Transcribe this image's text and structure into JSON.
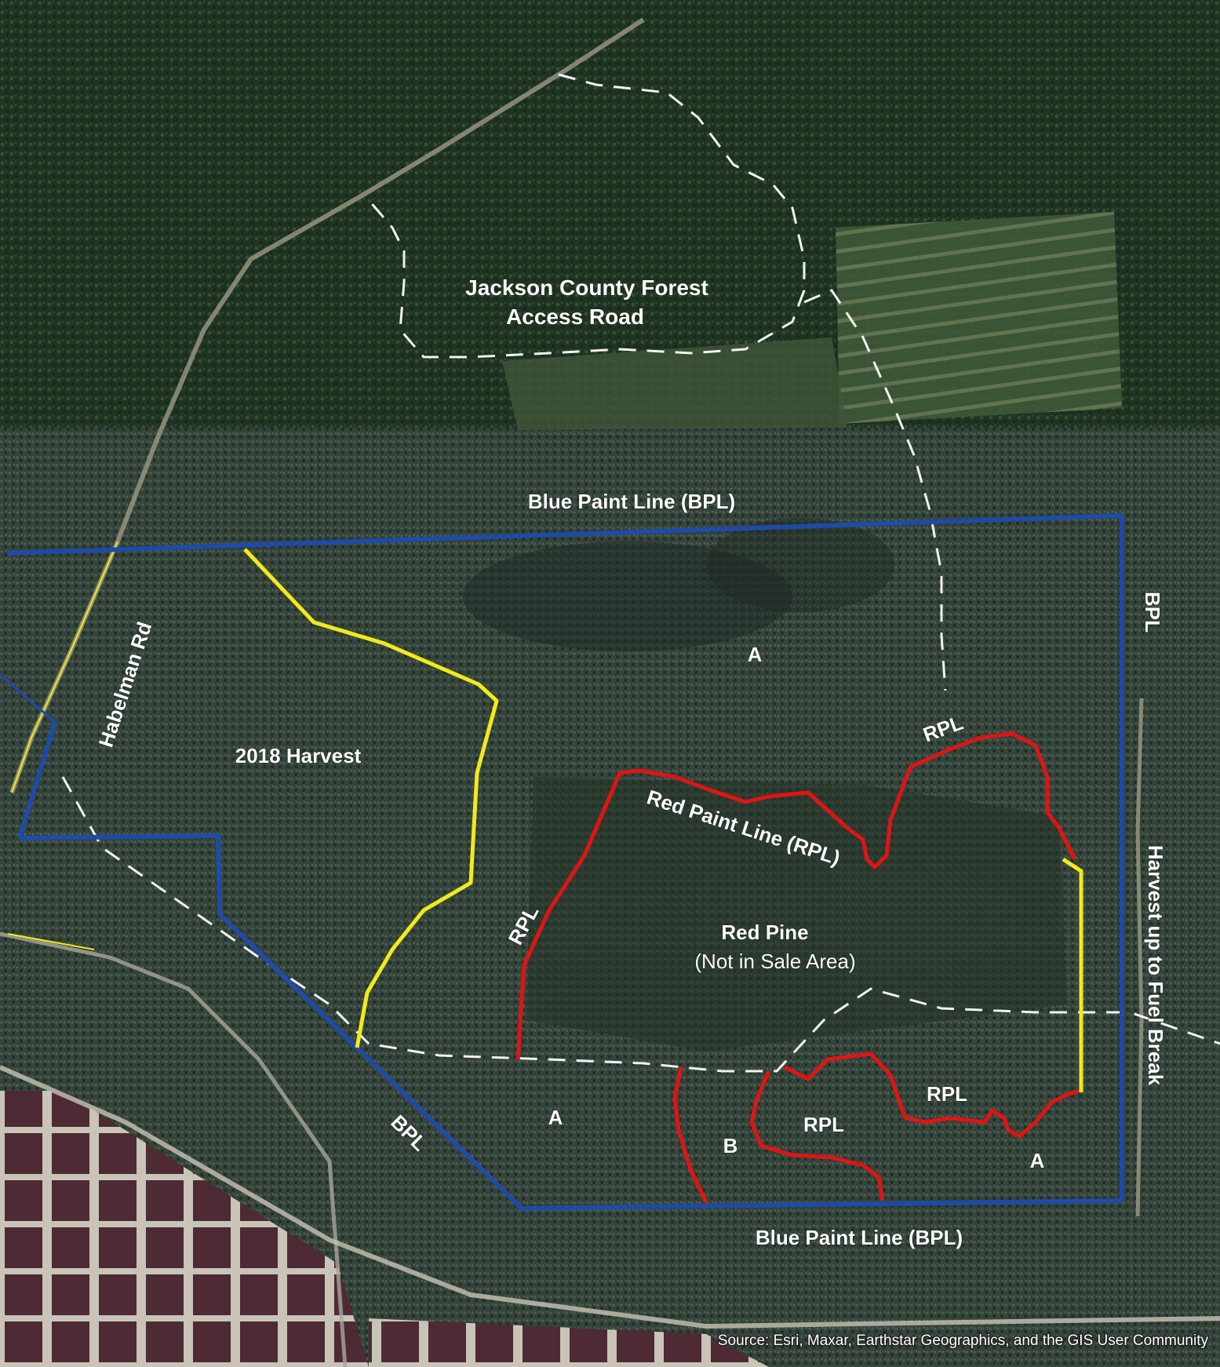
{
  "map": {
    "labels": {
      "access_road_line1": "Jackson County Forest",
      "access_road_line2": "Access Road",
      "bpl_top": "Blue Paint Line (BPL)",
      "bpl_right": "BPL",
      "bpl_diag": "BPL",
      "bpl_bottom": "Blue Paint Line (BPL)",
      "habelman_rd": "Habelman Rd",
      "harvest_2018": "2018 Harvest",
      "stand_a_top": "A",
      "rpl_top_right": "RPL",
      "red_paint_line": "Red Paint Line (RPL)",
      "rpl_left": "RPL",
      "red_pine_line1": "Red Pine",
      "red_pine_line2": "(Not in Sale Area)",
      "harvest_fuel_break": "Harvest up to Fuel Break",
      "rpl_lower_right": "RPL",
      "rpl_lower_mid": "RPL",
      "stand_a_left": "A",
      "stand_b": "B",
      "stand_a_right": "A",
      "source_credit": "Source: Esri, Maxar, Earthstar Geographics, and the GIS User Community"
    },
    "colors": {
      "blue_paint_line": "#1f4aa8",
      "red_paint_line": "#e01414",
      "harvest_line": "#f2ea1a",
      "road_dash": "#f2f2f2",
      "forest_dark": "#1e3321",
      "forest_mid": "#34443a",
      "cranberry_bog": "#4d2a34"
    }
  }
}
